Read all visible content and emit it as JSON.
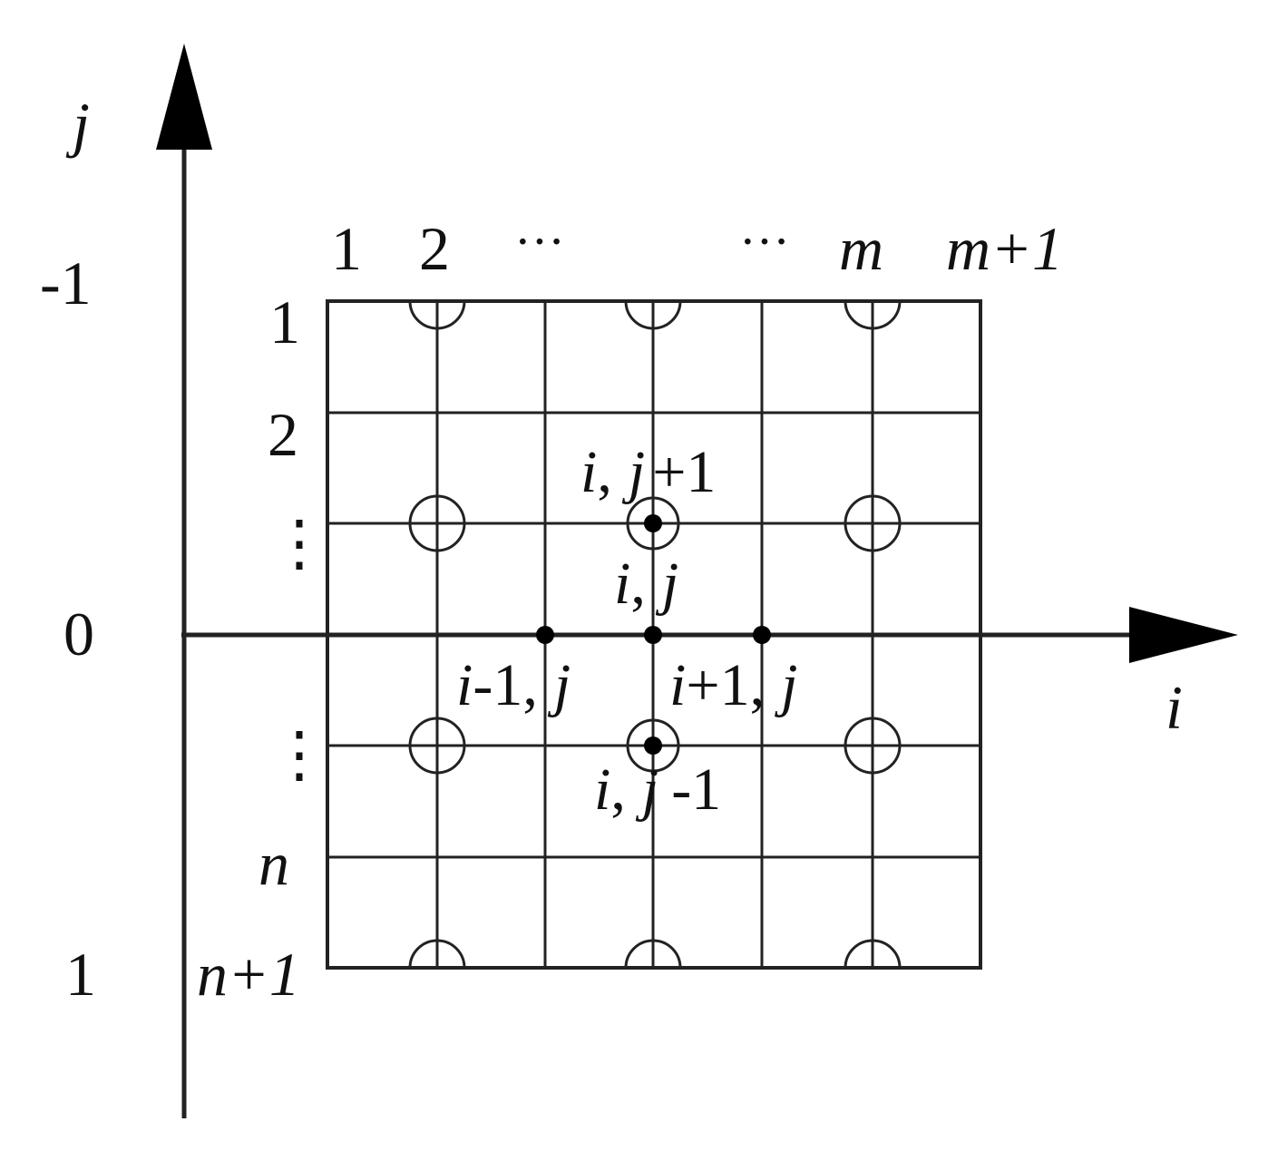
{
  "axes": {
    "horizontal_label": "i",
    "vertical_label": "j"
  },
  "left_scale": {
    "top": "-1",
    "middle": "0",
    "bottom": "1"
  },
  "column_labels": [
    "1",
    "2",
    "···",
    "···",
    "m",
    "m+1"
  ],
  "row_labels": [
    "1",
    "2",
    "⋮",
    "⋮",
    "n",
    "n+1"
  ],
  "stencil_labels": {
    "top": {
      "i": "i",
      "sep": ",",
      "j": "j",
      "offset": "+1"
    },
    "center": {
      "i": "i",
      "sep": ",",
      "j": "j"
    },
    "left": {
      "i": "i",
      "offset": "-1",
      "sep": ",",
      "j": "j"
    },
    "right": {
      "i": "i",
      "offset": "+1",
      "sep": ",",
      "j": "j"
    },
    "bottom": {
      "i": "i",
      "sep": ",",
      "j": "j",
      "offset": "-1"
    }
  },
  "colors": {
    "line": "#222222",
    "text": "#111111",
    "background": "#ffffff"
  }
}
